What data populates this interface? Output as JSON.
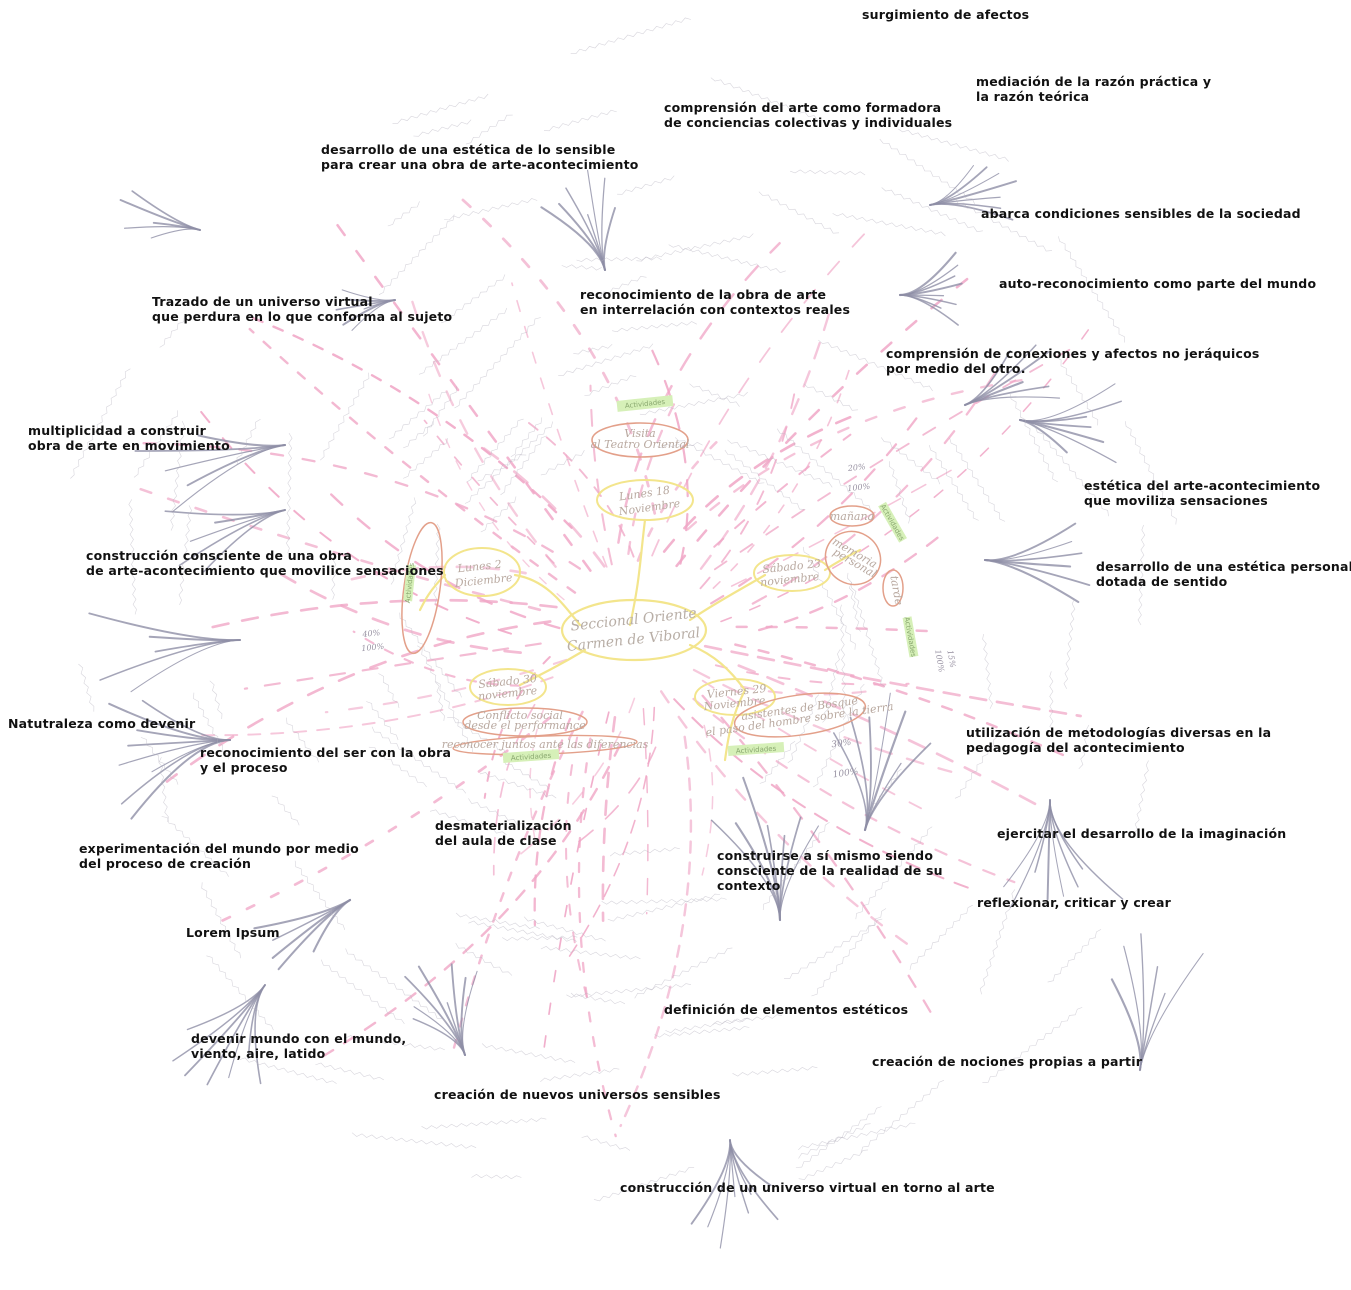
{
  "center": {
    "line1": "Seccional Oriente",
    "line2": "Carmen de Viboral"
  },
  "session_nodes": [
    {
      "id": "lunes18",
      "line1": "Lunes 18",
      "line2": "Noviembre"
    },
    {
      "id": "lunes2",
      "line1": "Lunes 2",
      "line2": "Diciembre"
    },
    {
      "id": "sabado23",
      "line1": "Sábado 23",
      "line2": "noviembre"
    },
    {
      "id": "sabado30",
      "line1": "Sábado 30",
      "line2": "noviembre"
    },
    {
      "id": "viernes29",
      "line1": "Viernes 29",
      "line2": "Noviembre"
    }
  ],
  "activity_tag": "Actividades",
  "labels": [
    {
      "id": "surgimiento",
      "lines": [
        "surgimiento de afectos"
      ]
    },
    {
      "id": "mediacion",
      "lines": [
        "mediación de la razón práctica y",
        "la razón teórica"
      ]
    },
    {
      "id": "comprension-arte",
      "lines": [
        "comprensión del arte como formadora",
        "de conciencias colectivas y individuales"
      ]
    },
    {
      "id": "desarrollo-estetica-sensible",
      "lines": [
        "desarrollo de una estética de lo sensible",
        "para crear una obra de arte-acontecimiento"
      ]
    },
    {
      "id": "abarca",
      "lines": [
        "abarca condiciones sensibles de la sociedad"
      ]
    },
    {
      "id": "auto-reconocimiento",
      "lines": [
        "auto-reconocimiento como parte del mundo"
      ]
    },
    {
      "id": "reconocimiento-obra",
      "lines": [
        "reconocimiento de la obra de arte",
        "en interrelación con contextos reales"
      ]
    },
    {
      "id": "trazado",
      "lines": [
        "Trazado de un universo virtual",
        "que perdura en lo que conforma al sujeto"
      ]
    },
    {
      "id": "comprension-conexiones",
      "lines": [
        "comprensión de conexiones y afectos no jeráquicos",
        "por medio del otro."
      ]
    },
    {
      "id": "multiplicidad",
      "lines": [
        "multiplicidad a construir",
        "obra de arte en movimiento"
      ]
    },
    {
      "id": "estetica-arte-acontecimiento",
      "lines": [
        "estética del arte-acontecimiento",
        "que moviliza sensaciones"
      ]
    },
    {
      "id": "construccion-consciente",
      "lines": [
        "construcción consciente de una obra",
        "de arte-acontecimiento que movilice sensaciones"
      ]
    },
    {
      "id": "desarrollo-estetica-personal",
      "lines": [
        "desarrollo de una estética personal",
        "dotada de sentido"
      ]
    },
    {
      "id": "naturaleza",
      "lines": [
        "Natutraleza como devenir"
      ]
    },
    {
      "id": "reconocimiento-ser",
      "lines": [
        "reconocimiento del ser con la obra",
        "y el proceso"
      ]
    },
    {
      "id": "utilizacion",
      "lines": [
        "utilización de metodologías diversas en la",
        "pedagogía del acontecimiento"
      ]
    },
    {
      "id": "desmaterializacion",
      "lines": [
        "desmaterialización",
        "del aula de clase"
      ]
    },
    {
      "id": "experimentacion",
      "lines": [
        "experimentación del mundo por medio",
        "del proceso de creación"
      ]
    },
    {
      "id": "ejercitar",
      "lines": [
        "ejercitar el desarrollo de la imaginación"
      ]
    },
    {
      "id": "construirse",
      "lines": [
        "construirse a sí mismo siendo",
        "consciente de la realidad de su",
        "contexto"
      ]
    },
    {
      "id": "reflexionar",
      "lines": [
        "reflexionar, criticar y crear"
      ]
    },
    {
      "id": "lorem",
      "lines": [
        "Lorem Ipsum"
      ]
    },
    {
      "id": "definicion",
      "lines": [
        "definición de elementos estéticos"
      ]
    },
    {
      "id": "devenir",
      "lines": [
        "devenir mundo con el mundo,",
        "viento, aire, latido"
      ]
    },
    {
      "id": "creacion-nociones",
      "lines": [
        "creación de nociones propias a partir"
      ]
    },
    {
      "id": "creacion-universos",
      "lines": [
        "creación de nuevos universos sensibles"
      ]
    },
    {
      "id": "construccion-universo",
      "lines": [
        "construcción de un universo virtual en torno al arte"
      ]
    }
  ],
  "sub_nodes": [
    {
      "id": "visita",
      "line1": "Visita",
      "line2": "al Teatro Oriental"
    },
    {
      "id": "manana",
      "line1": "mañana",
      "line2": ""
    },
    {
      "id": "memoria",
      "line1": "memoria",
      "line2": "personal"
    },
    {
      "id": "tarde",
      "line1": "tarde",
      "line2": ""
    },
    {
      "id": "conflicto",
      "line1": "Conflicto social",
      "line2": "desde el performance"
    },
    {
      "id": "reconocer",
      "line1": "reconocer juntos ante las diferencias",
      "line2": ""
    },
    {
      "id": "asistentes",
      "line1": "asistentes de Bosque",
      "line2": "el paso del hombre sobre la tierra"
    }
  ],
  "margin_notes": [
    {
      "id": "note-30",
      "line1": "30%",
      "line2": "100%"
    },
    {
      "id": "note-20",
      "line1": "20%",
      "line2": "100%"
    },
    {
      "id": "note-40",
      "line1": "40%",
      "line2": "100%"
    },
    {
      "id": "note-15",
      "line1": "15%",
      "line2": "100%"
    }
  ],
  "colors": {
    "pink_dash": "#f0a6c6",
    "yellow_node": "#f3e58c",
    "orange_node": "#e3a08a",
    "gray_stroke": "#8e8ea6",
    "green_tag": "#d6f0b8",
    "text": "#111111"
  }
}
